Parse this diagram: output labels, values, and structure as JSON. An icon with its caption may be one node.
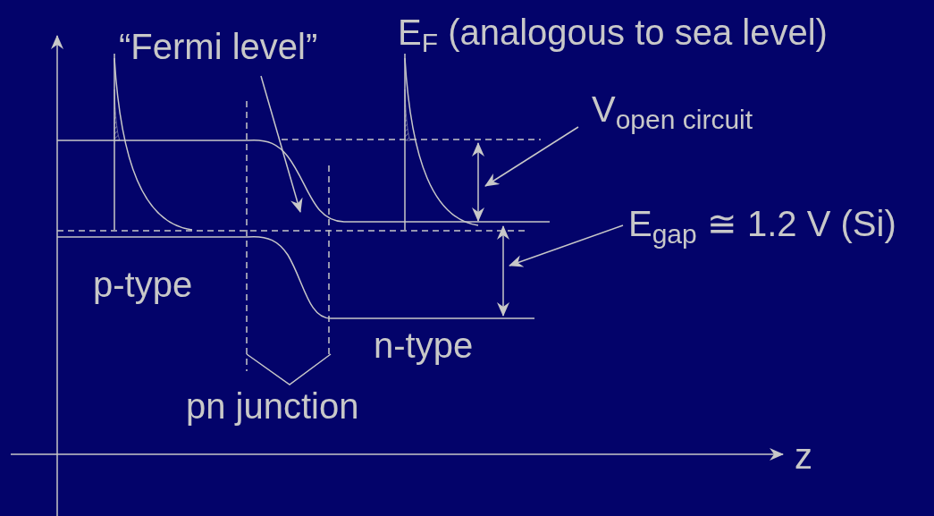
{
  "diagram": {
    "nodes": [
      {
        "text": [
          "“Fermi level”"
        ]
      },
      {
        "text": [
          "V$_{open circuit}$"
        ]
      },
      {
        "text": [
          "E$_{gap}$ ≅ 1.2 V (Si)"
        ]
      }
    ],
    "edges": [
      {
        "from": 0,
        "to": null,
        "arrow": "to"
      },
      {
        "from": 1,
        "to": null,
        "arrow": "to"
      },
      {
        "from": 2,
        "to": null,
        "arrow": "to"
      }
    ],
    "labels": [
      "E$_{F}$ (analogous to sea level)",
      "p-type",
      "n-type",
      "pn junction",
      "z"
    ]
  }
}
